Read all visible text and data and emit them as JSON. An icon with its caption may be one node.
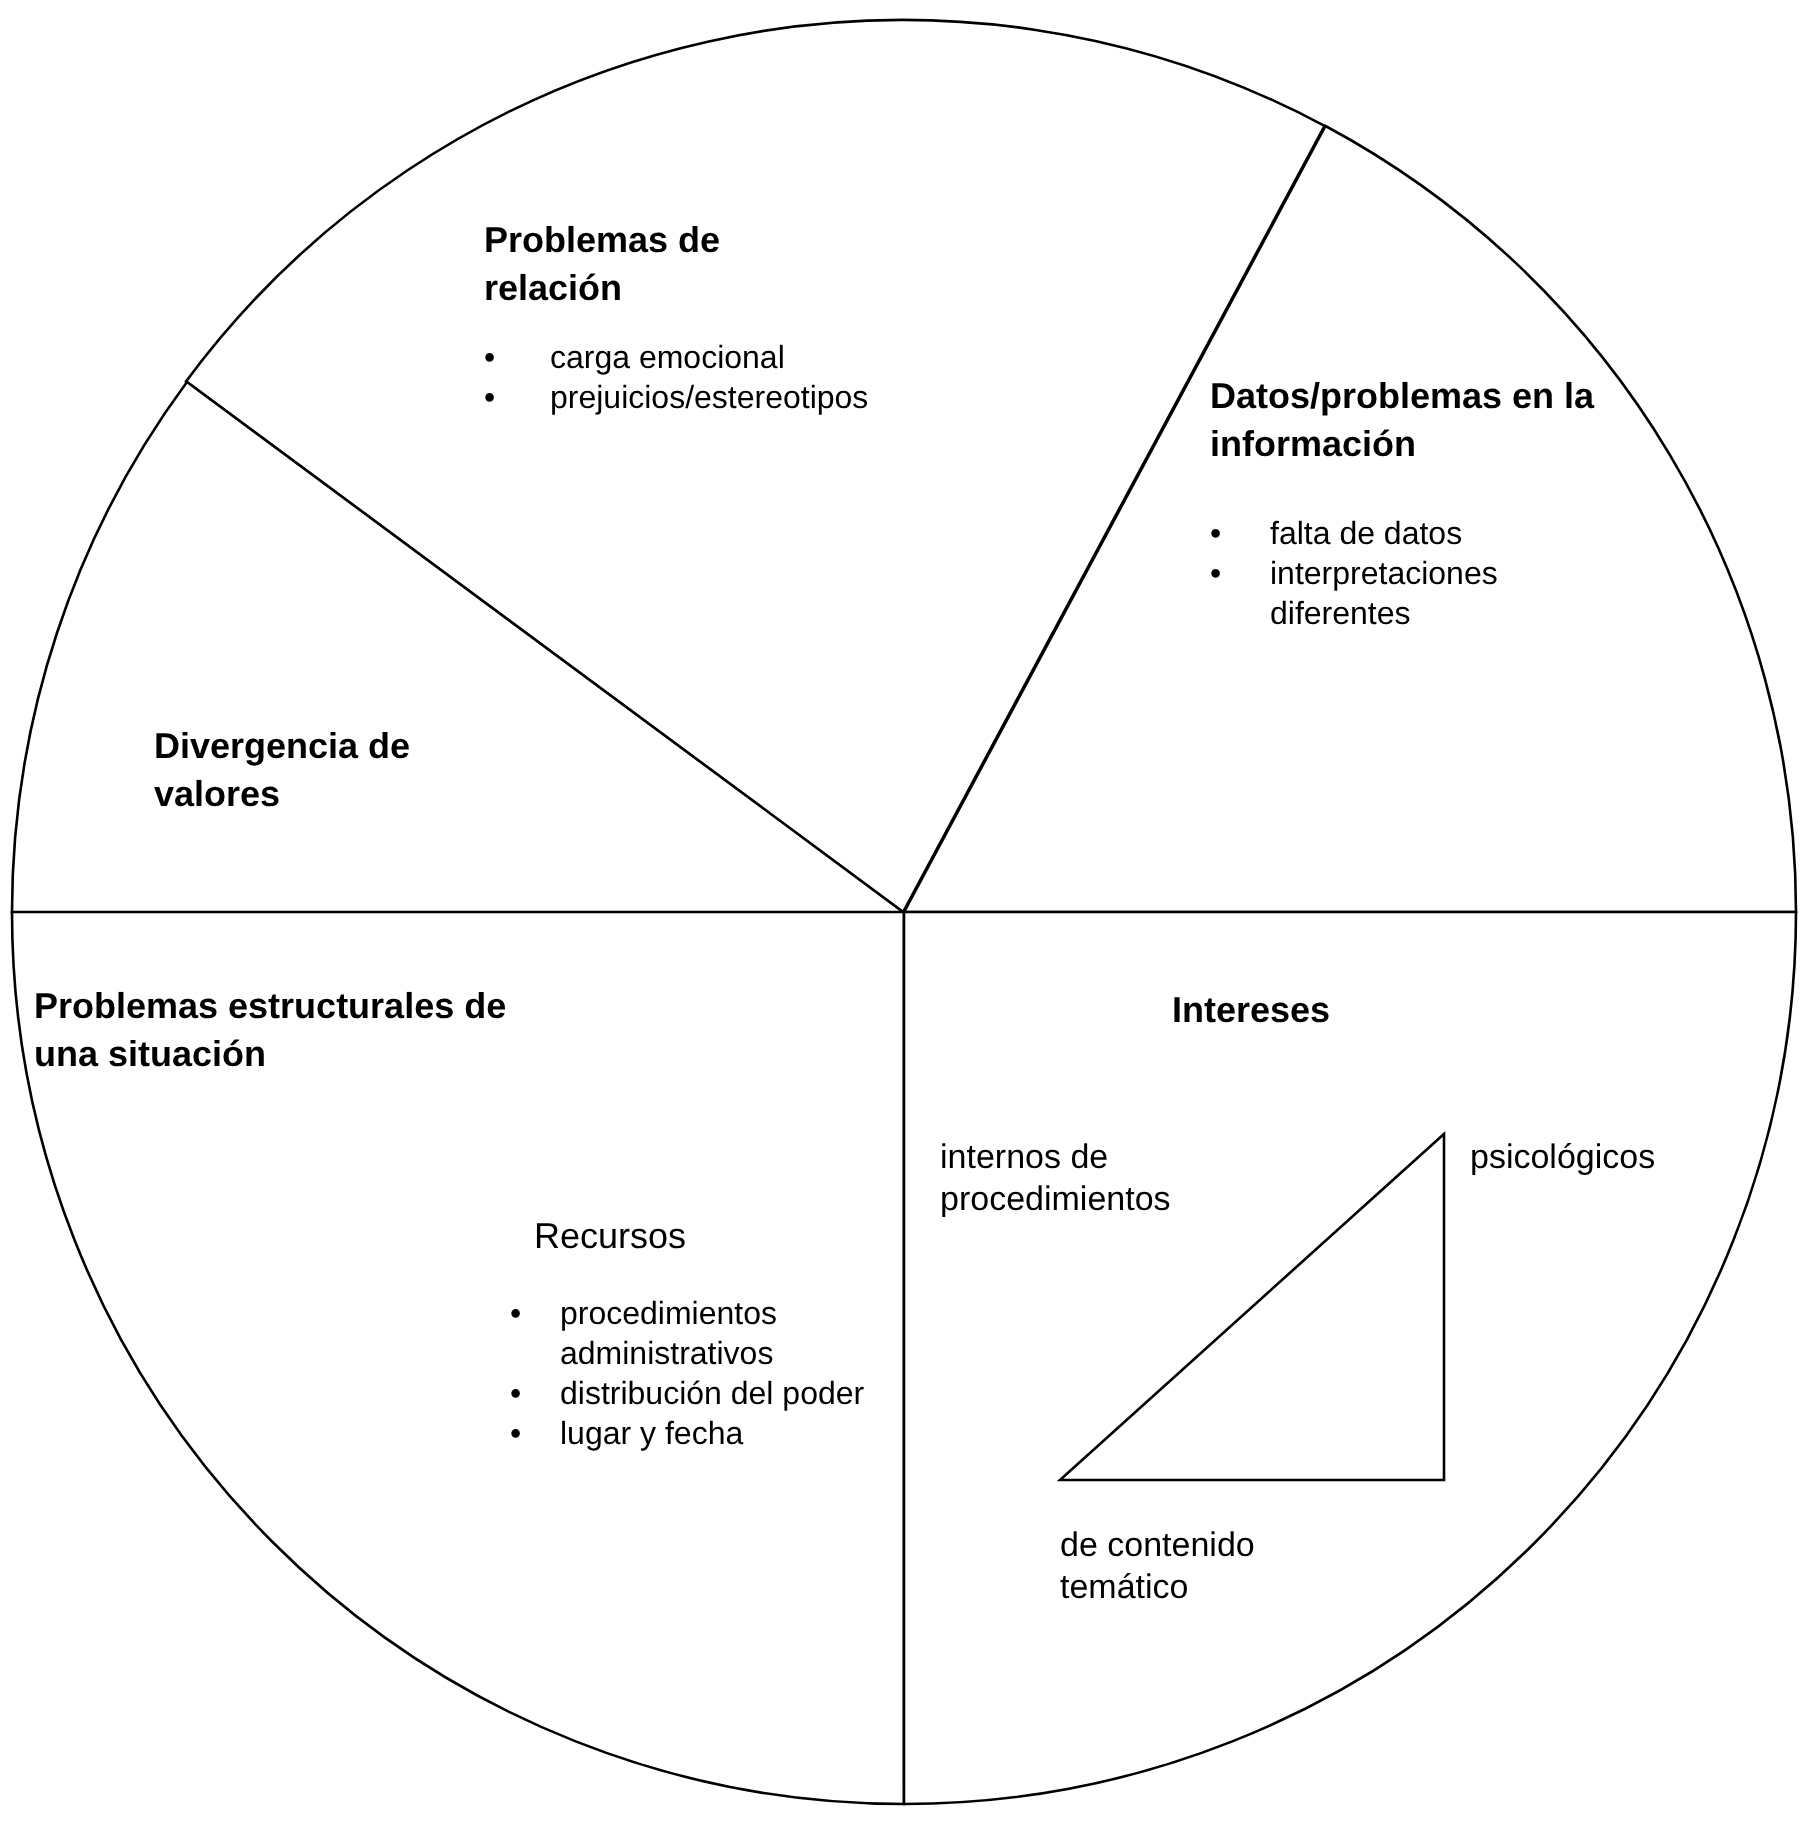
{
  "diagram": {
    "nodes": [
      {
        "text": [
          "Problemas de relación",
          "•",
          "carga emocional",
          "•",
          "prejuicios/estereotipos"
        ]
      },
      {
        "text": [
          "Datos/problemas en la información",
          "•",
          "falta de datos",
          "•",
          "interpretaciones diferentes"
        ]
      },
      {
        "text": [
          "Divergencia de valores"
        ]
      },
      {
        "text": [
          "Problemas estructurales de una situación",
          "Recursos",
          "•",
          "procedimientos administrativos",
          "•",
          "distribución del poder",
          "•",
          "lugar y fecha"
        ]
      },
      {
        "text": [
          "Intereses"
        ]
      },
      {
        "text": [],
        "shape": "triangle",
        "in": 4,
        "beside": [
          "internos de procedimientos",
          "psicológicos",
          "de contenido temático"
        ]
      }
    ],
    "edges": []
  }
}
